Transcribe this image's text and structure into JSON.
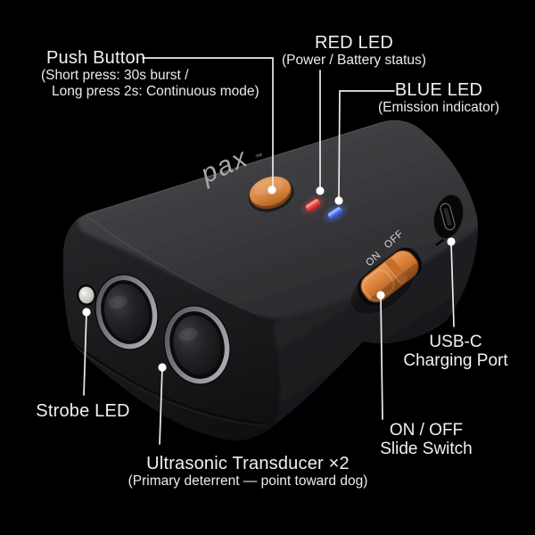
{
  "device_markings": {
    "logo": "pax",
    "trademark": "™",
    "switch_on": "ON",
    "switch_off": "OFF"
  },
  "callouts": {
    "push_button": {
      "title": "Push Button",
      "detail_line1": "(Short press: 30s burst /",
      "detail_line2": "Long press 2s: Continuous mode)"
    },
    "red_led": {
      "title": "RED LED",
      "detail": "(Power / Battery status)"
    },
    "blue_led": {
      "title": "BLUE LED",
      "detail": "(Emission indicator)"
    },
    "usb_c_port": {
      "line1": "USB-C",
      "line2": "Charging Port"
    },
    "slide_switch": {
      "line1": "ON / OFF",
      "line2": "Slide Switch"
    },
    "strobe_led": {
      "title": "Strobe LED"
    },
    "ultrasonic_transducer": {
      "title": "Ultrasonic Transducer ×2",
      "detail": "(Primary deterrent — point toward dog)"
    }
  },
  "colors": {
    "background": "#000000",
    "label_text": "#f1f1f1",
    "leader_line": "#ededed",
    "leader_dot": "#ffffff",
    "body_top_face": "#3e3e42",
    "body_front_face": "#1c1c1f",
    "body_right_face": "#202024",
    "button_orange": "#d68542",
    "switch_orange": "#d47b35",
    "led_red": "#e23230",
    "led_blue": "#3a63e8",
    "transducer_ring": "#8d8d91",
    "strobe_lens": "#c9c8c0",
    "logo_gray": "#a6a7a9"
  }
}
